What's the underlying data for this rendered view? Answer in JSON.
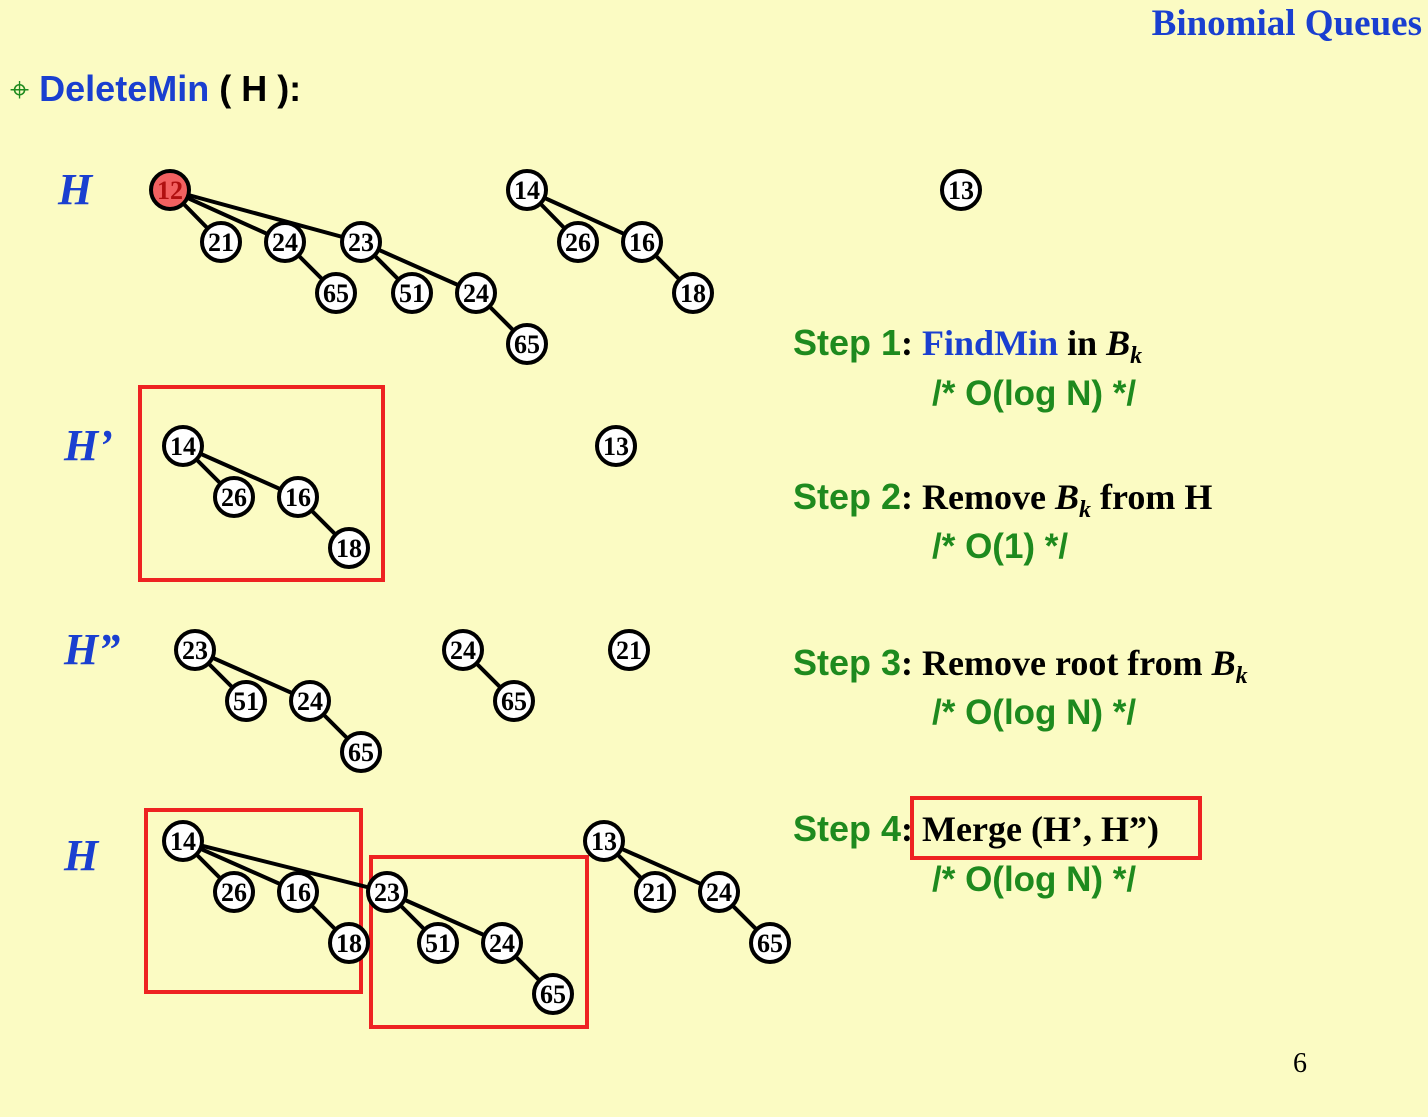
{
  "title": "Binomial Queues",
  "heading": {
    "bullet": "⌖",
    "func": "DeleteMin",
    "args": " ( H ):"
  },
  "labels": {
    "h_top": "H",
    "h_prime": "H’",
    "h_double": "H”",
    "h_result": "H"
  },
  "steps": [
    {
      "label": "Step 1",
      "colon": ": ",
      "pre": "",
      "highlight": "FindMin",
      "text": " in ",
      "sub_var": "B",
      "sub": "k",
      "post": "",
      "complexity": "/* O(log N) */"
    },
    {
      "label": "Step 2",
      "colon": ": ",
      "pre": "Remove ",
      "highlight": "",
      "text": "",
      "sub_var": "B",
      "sub": "k",
      "post": " from H",
      "complexity": "/* O(1) */"
    },
    {
      "label": "Step 3",
      "colon": ": ",
      "pre": "Remove root from ",
      "highlight": "",
      "text": "",
      "sub_var": "B",
      "sub": "k",
      "post": "",
      "complexity": "/* O(log N) */"
    },
    {
      "label": "Step 4",
      "colon": ": ",
      "pre": "Merge (H’, H”)",
      "highlight": "",
      "text": "",
      "sub_var": "",
      "sub": "",
      "post": "",
      "complexity": "/* O(log N) */"
    }
  ],
  "page_number": "6",
  "colors": {
    "highlight_node": "#f26060",
    "box": "#ee2222",
    "blue": "#1a3fd0",
    "green": "#1e8a1e"
  },
  "trees": {
    "H": {
      "nodes": [
        [
          "a",
          "12"
        ],
        [
          "b",
          "21"
        ],
        [
          "c",
          "24"
        ],
        [
          "d",
          "65"
        ],
        [
          "e",
          "23"
        ],
        [
          "f",
          "51"
        ],
        [
          "g",
          "24"
        ],
        [
          "h",
          "65"
        ],
        [
          "i",
          "14"
        ],
        [
          "j",
          "26"
        ],
        [
          "k",
          "16"
        ],
        [
          "l",
          "18"
        ],
        [
          "m",
          "13"
        ]
      ],
      "edges": [
        [
          "a",
          "b"
        ],
        [
          "a",
          "c"
        ],
        [
          "c",
          "d"
        ],
        [
          "a",
          "e"
        ],
        [
          "e",
          "f"
        ],
        [
          "e",
          "g"
        ],
        [
          "g",
          "h"
        ],
        [
          "i",
          "j"
        ],
        [
          "i",
          "k"
        ],
        [
          "k",
          "l"
        ]
      ],
      "highlighted": [
        "a"
      ]
    },
    "H_prime": {
      "nodes": [
        [
          "a",
          "14"
        ],
        [
          "b",
          "26"
        ],
        [
          "c",
          "16"
        ],
        [
          "d",
          "18"
        ],
        [
          "e",
          "13"
        ]
      ],
      "edges": [
        [
          "a",
          "b"
        ],
        [
          "a",
          "c"
        ],
        [
          "c",
          "d"
        ]
      ]
    },
    "H_double": {
      "nodes": [
        [
          "a",
          "23"
        ],
        [
          "b",
          "51"
        ],
        [
          "c",
          "24"
        ],
        [
          "d",
          "65"
        ],
        [
          "e",
          "24"
        ],
        [
          "f",
          "65"
        ],
        [
          "g",
          "21"
        ]
      ],
      "edges": [
        [
          "a",
          "b"
        ],
        [
          "a",
          "c"
        ],
        [
          "c",
          "d"
        ],
        [
          "e",
          "f"
        ]
      ]
    },
    "H_result": {
      "nodes": [
        [
          "a",
          "14"
        ],
        [
          "b",
          "26"
        ],
        [
          "c",
          "16"
        ],
        [
          "d",
          "18"
        ],
        [
          "e",
          "23"
        ],
        [
          "f",
          "51"
        ],
        [
          "g",
          "24"
        ],
        [
          "h",
          "65"
        ],
        [
          "i",
          "13"
        ],
        [
          "j",
          "21"
        ],
        [
          "k",
          "24"
        ],
        [
          "l",
          "65"
        ]
      ],
      "edges": [
        [
          "a",
          "b"
        ],
        [
          "a",
          "c"
        ],
        [
          "c",
          "d"
        ],
        [
          "a",
          "e"
        ],
        [
          "e",
          "f"
        ],
        [
          "e",
          "g"
        ],
        [
          "g",
          "h"
        ],
        [
          "i",
          "j"
        ],
        [
          "i",
          "k"
        ],
        [
          "k",
          "l"
        ]
      ]
    }
  }
}
